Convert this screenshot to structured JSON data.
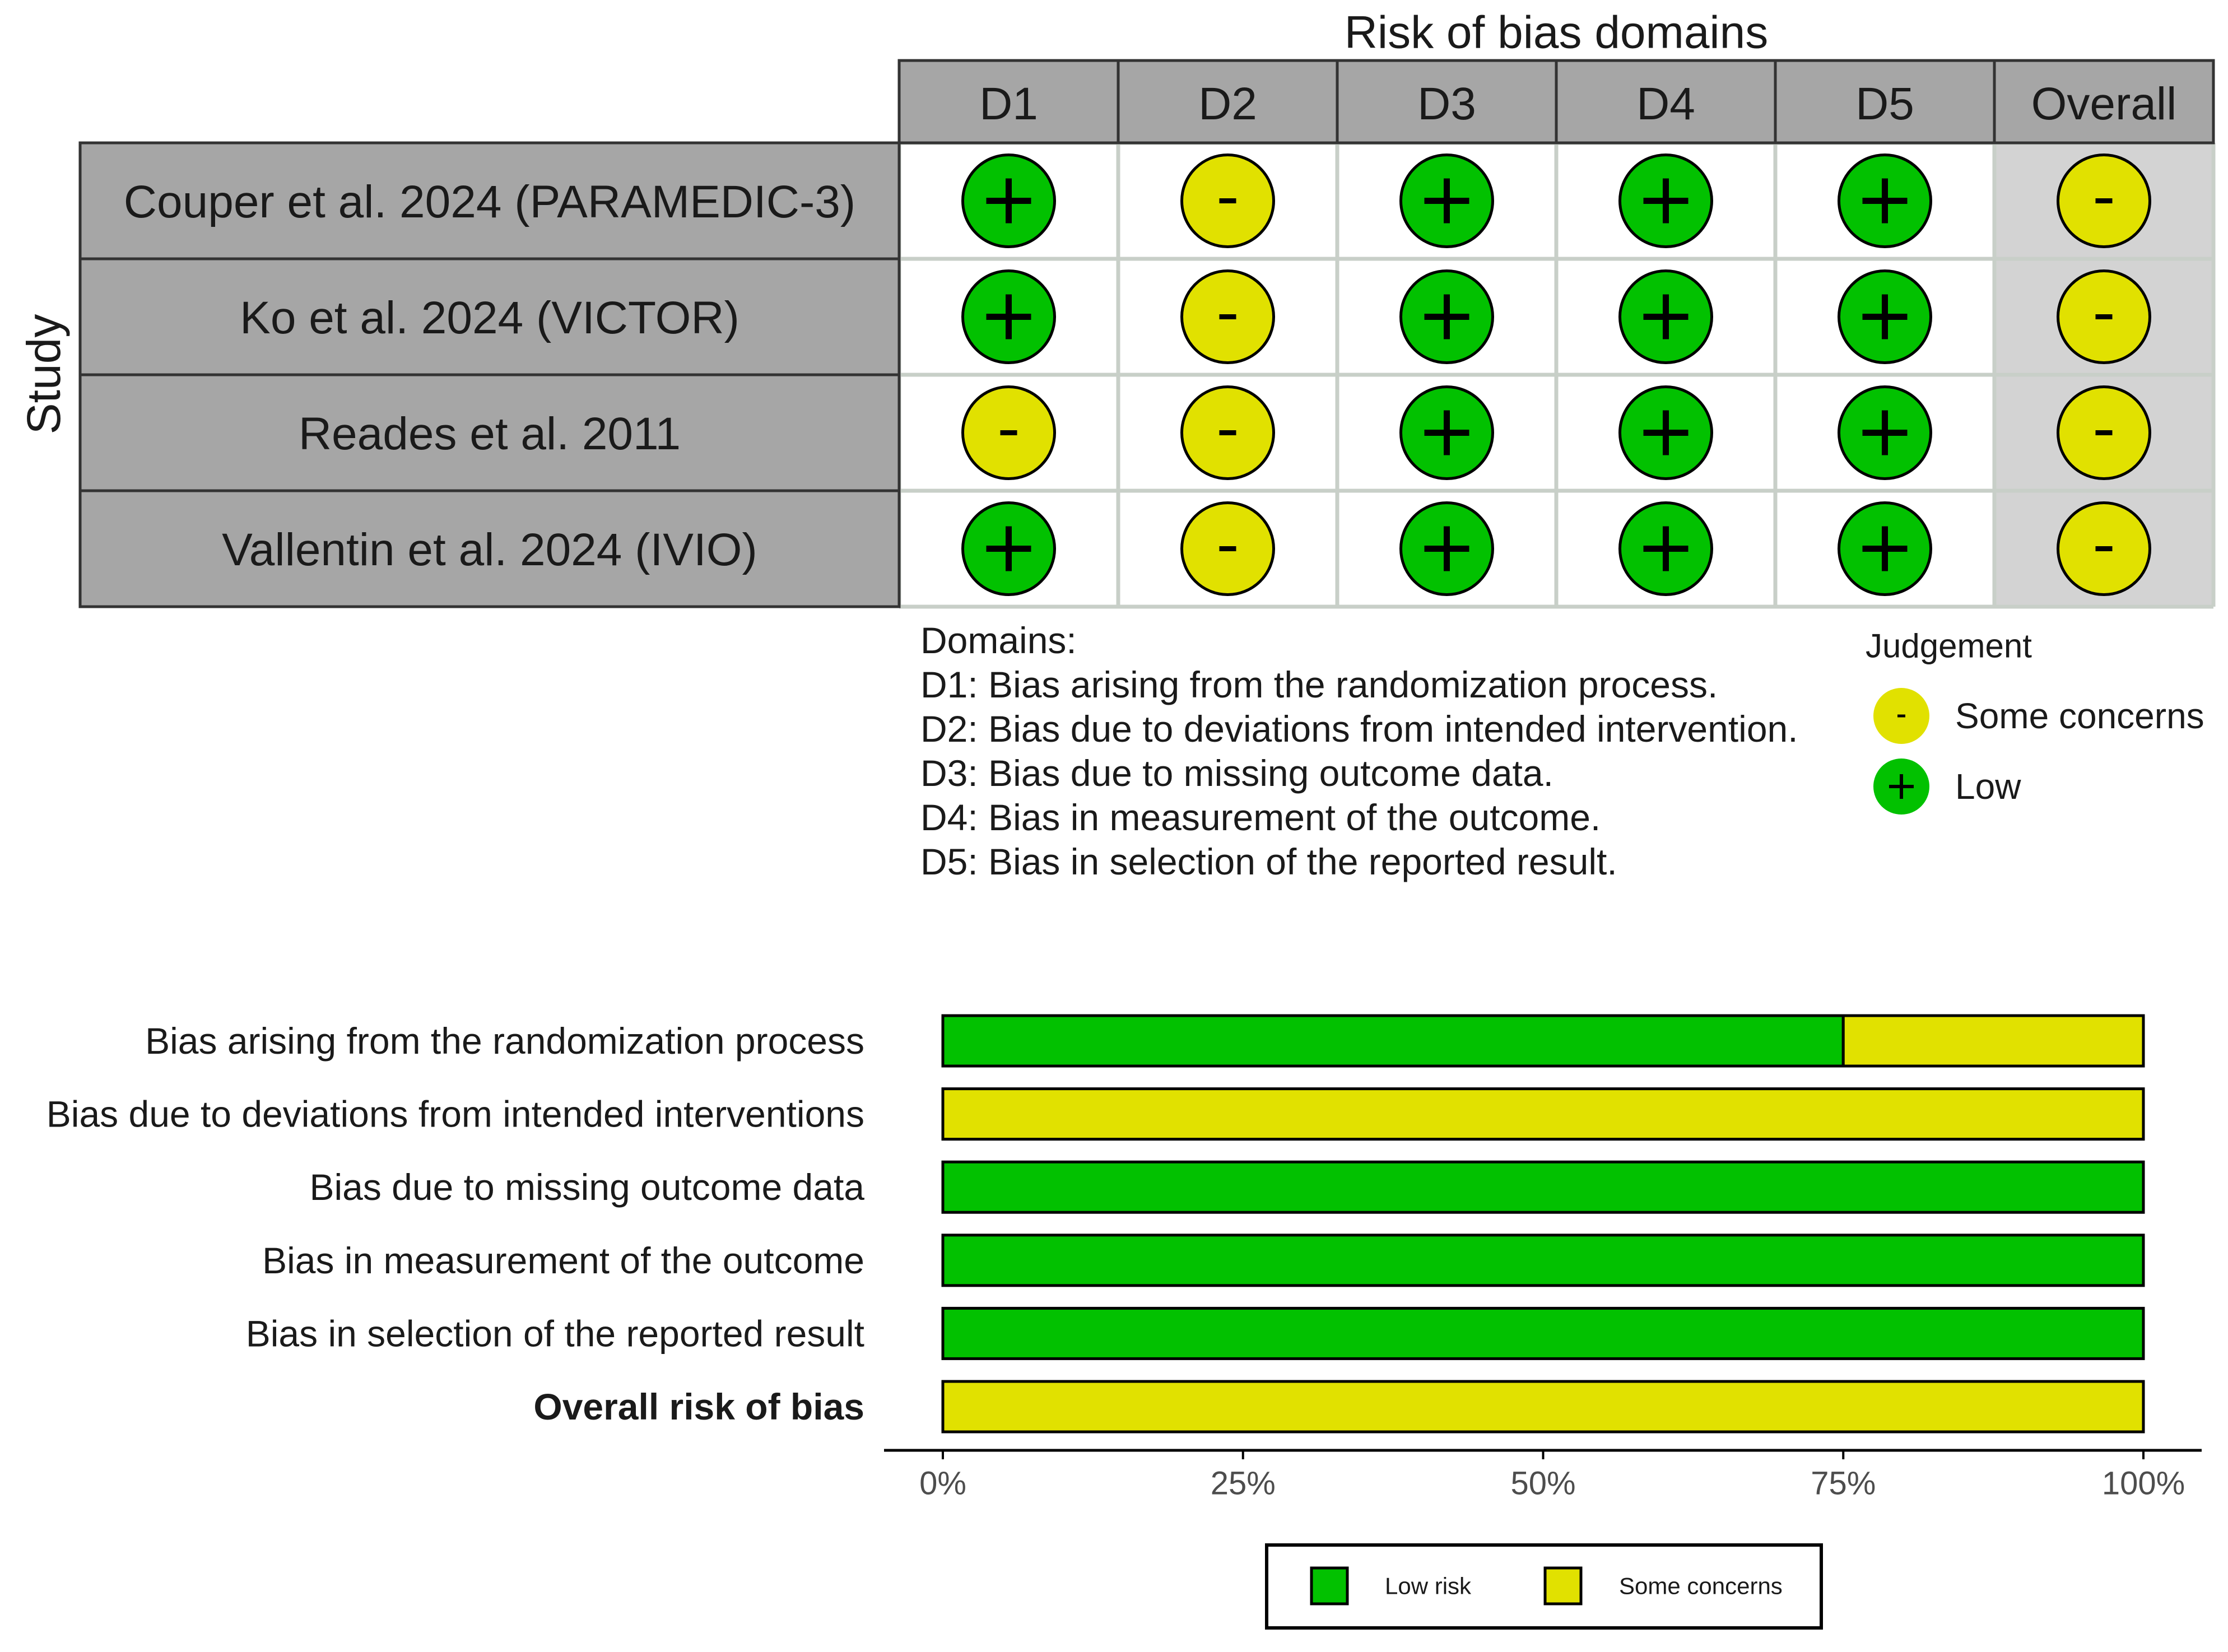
{
  "traffic_light": {
    "title": "Risk of bias domains",
    "y_label": "Study",
    "columns": [
      "D1",
      "D2",
      "D3",
      "D4",
      "D5",
      "Overall"
    ],
    "studies": [
      {
        "name": "Couper et al. 2024 (PARAMEDIC-3)",
        "judgements": [
          "low",
          "some",
          "low",
          "low",
          "low",
          "some"
        ]
      },
      {
        "name": "Ko et al. 2024 (VICTOR)",
        "judgements": [
          "low",
          "some",
          "low",
          "low",
          "low",
          "some"
        ]
      },
      {
        "name": "Reades et al. 2011",
        "judgements": [
          "some",
          "some",
          "low",
          "low",
          "low",
          "some"
        ]
      },
      {
        "name": "Vallentin et al. 2024 (IVIO)",
        "judgements": [
          "low",
          "some",
          "low",
          "low",
          "low",
          "some"
        ]
      }
    ],
    "symbols": {
      "low": "+",
      "some": "-"
    },
    "domains_heading": "Domains:",
    "domain_notes": [
      "D1: Bias arising from the randomization process.",
      "D2: Bias due to deviations from intended intervention.",
      "D3: Bias due to missing outcome data.",
      "D4: Bias in measurement of the outcome.",
      "D5: Bias in selection of the reported result."
    ],
    "judgement_legend": {
      "title": "Judgement",
      "items": [
        {
          "key": "some",
          "label": "Some concerns"
        },
        {
          "key": "low",
          "label": "Low"
        }
      ]
    }
  },
  "chart_data": {
    "type": "bar",
    "orientation": "horizontal",
    "stacked": true,
    "categories": [
      "Bias arising from the randomization process",
      "Bias due to deviations from intended interventions",
      "Bias due to missing outcome data",
      "Bias in measurement of the outcome",
      "Bias in selection of the reported result",
      "Overall risk of bias"
    ],
    "series": [
      {
        "name": "Low risk",
        "key": "low",
        "values": [
          75,
          0,
          100,
          100,
          100,
          0
        ]
      },
      {
        "name": "Some concerns",
        "key": "some",
        "values": [
          25,
          100,
          0,
          0,
          0,
          100
        ]
      }
    ],
    "x_ticks": [
      "0%",
      "25%",
      "50%",
      "75%",
      "100%"
    ],
    "xlim": [
      0,
      100
    ],
    "grid": false,
    "legend_position": "bottom"
  },
  "colors": {
    "low": "#02c100",
    "some": "#e1e100",
    "header_bg": "#a6a6a6",
    "overall_bg": "#d3d3d3",
    "grid_line": "#c8cfc8",
    "border": "#333333"
  }
}
